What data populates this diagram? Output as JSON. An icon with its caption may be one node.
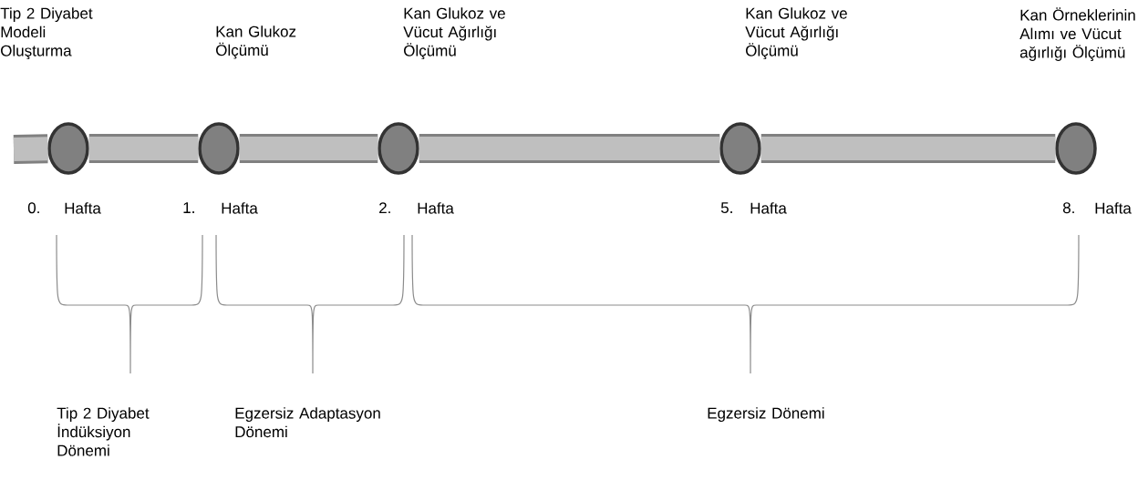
{
  "diagram": {
    "nodes": [
      {
        "text": [
          "Tip 2 Diyabet Modeli Oluşturma"
        ],
        "beside": [
          "0.",
          "Hafta"
        ]
      },
      {
        "text": [
          "Kan Glukoz Ölçümü"
        ],
        "beside": [
          "1.",
          "Hafta"
        ]
      },
      {
        "text": [
          "Kan Glukoz ve Vücut Ağırlığı Ölçümü"
        ],
        "beside": [
          "2.",
          "Hafta"
        ]
      },
      {
        "text": [
          "Kan Glukoz ve Vücut Ağırlığı Ölçümü"
        ],
        "beside": [
          "5.",
          "Hafta"
        ]
      },
      {
        "text": [
          "Kan Örneklerinin Alımı ve Vücut ağırlığı Ölçümü"
        ],
        "beside": [
          "8.",
          "Hafta"
        ]
      }
    ],
    "edges": [
      {
        "from": null,
        "to": 0,
        "arrow": "none"
      },
      {
        "from": 0,
        "to": 1,
        "arrow": "none"
      },
      {
        "from": 1,
        "to": 2,
        "arrow": "none"
      },
      {
        "from": 2,
        "to": 3,
        "arrow": "none"
      },
      {
        "from": 3,
        "to": 4,
        "arrow": "none"
      }
    ],
    "labels": [
      "Tip 2 Diyabet İndüksiyon Dönemi",
      "Egzersiz Adaptasyon Dönemi",
      "Egzersiz Dönemi"
    ]
  }
}
